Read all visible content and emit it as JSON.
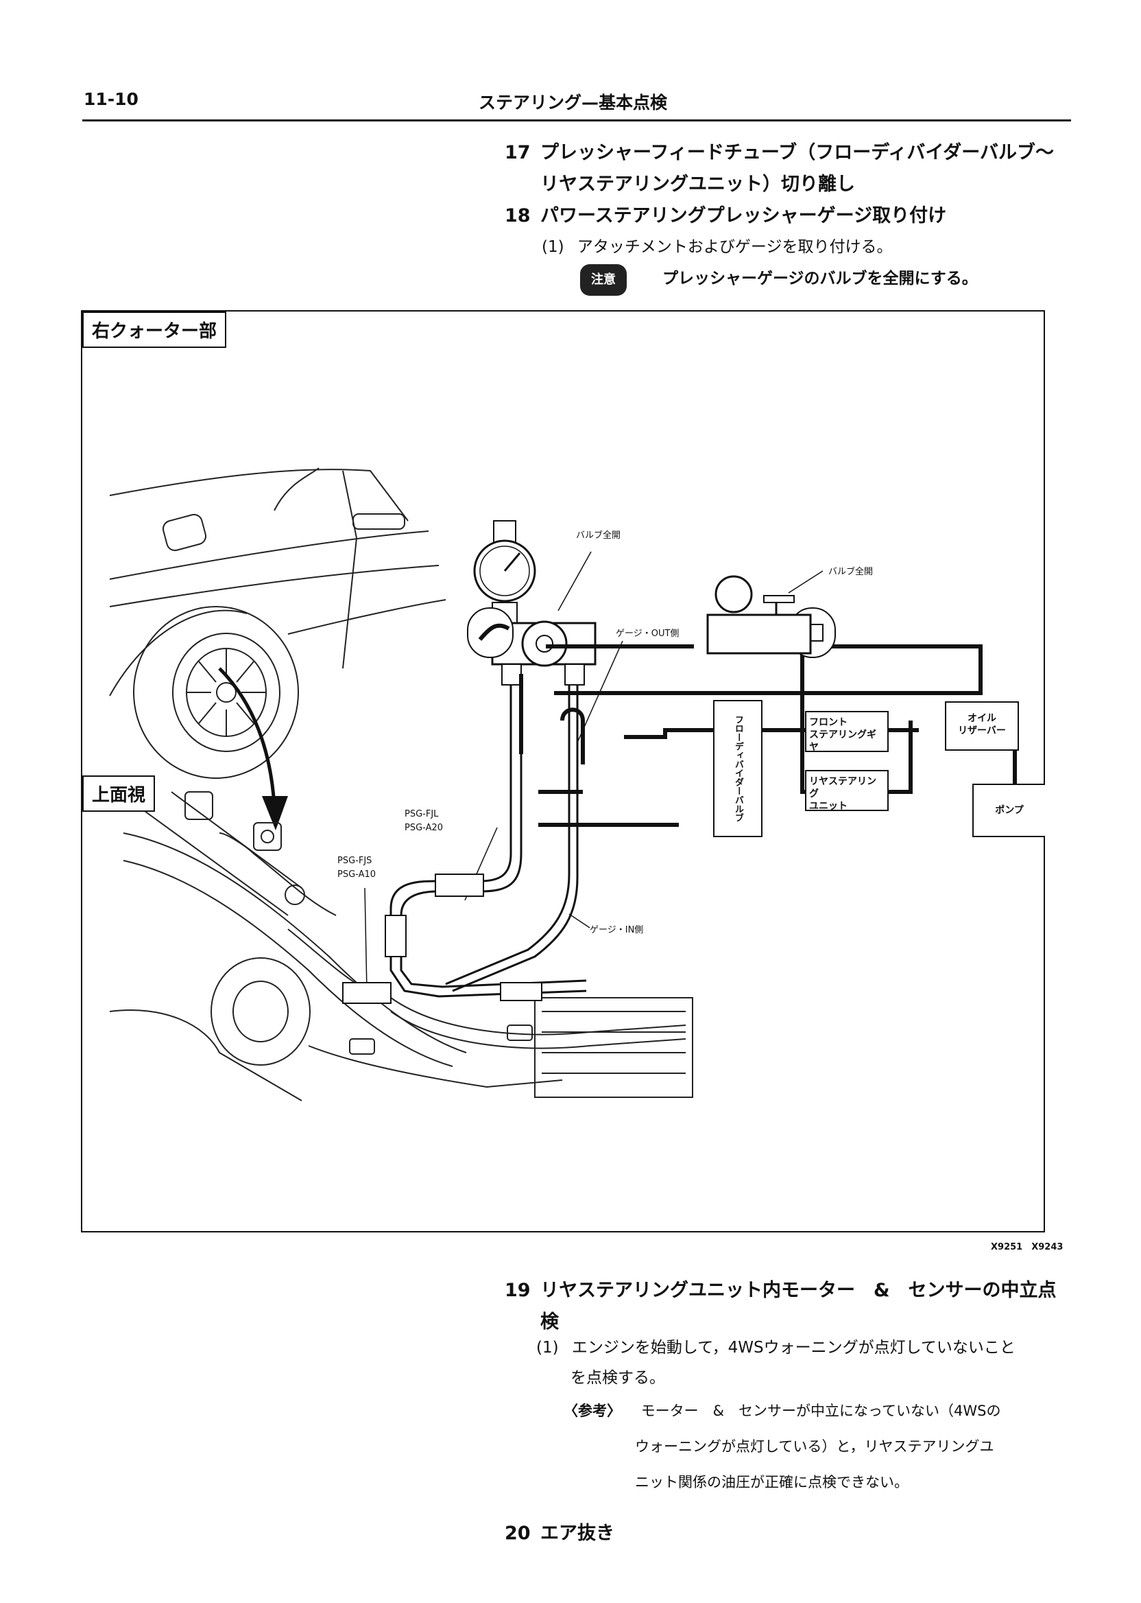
{
  "header": {
    "page_number": "11-10",
    "section_title": "ステアリング—基本点検"
  },
  "steps_top": [
    {
      "num": "17",
      "line1": "プレッシャーフィードチューブ（フローディバイダーバルブ〜",
      "line2": "リヤステアリングユニット）切り離し"
    },
    {
      "num": "18",
      "line1": "パワーステアリングプレッシャーゲージ取り付け"
    }
  ],
  "step18_sub": {
    "marker": "(1)",
    "text": "アタッチメントおよびゲージを取り付ける。"
  },
  "caution": {
    "badge": "注意",
    "text": "プレッシャーゲージのバルブを全開にする。"
  },
  "figure": {
    "tag_quarter": "右クォーター部",
    "tag_top": "上面視",
    "labels": {
      "valve_open_left": "バルブ全開",
      "gauge_out": "ゲージ・OUT側",
      "gauge_in": "ゲージ・IN側",
      "psg_fjl": "PSG-FJL",
      "psg_a20": "PSG-A20",
      "psg_fjs": "PSG-FJS",
      "psg_a10": "PSG-A10",
      "valve_open_right": "バルブ全開"
    },
    "flow": {
      "divider": "フローディバイダーバルブ",
      "front_gear_1": "フロント",
      "front_gear_2": "ステアリングギヤ",
      "rear_unit_1": "リヤステアリング",
      "rear_unit_2": "ユニット",
      "reservoir_1": "オイル",
      "reservoir_2": "リザーバー",
      "pump": "ポンプ"
    }
  },
  "figure_ref": "X9251　X9243",
  "step19": {
    "num": "19",
    "line1": "リヤステアリングユニット内モーター　&　センサーの中立点",
    "line2": "検",
    "sub_marker": "(1)",
    "sub_line1": "エンジンを始動して，4WSウォーニングが点灯していないこと",
    "sub_line2": "を点検する。",
    "ref_label": "〈参考〉",
    "ref_line1": "モーター　&　センサーが中立になっていない（4WSの",
    "ref_line2": "ウォーニングが点灯している）と，リヤステアリングユ",
    "ref_line3": "ニット関係の油圧が正確に点検できない。"
  },
  "step20": {
    "num": "20",
    "text": "エア抜き"
  }
}
